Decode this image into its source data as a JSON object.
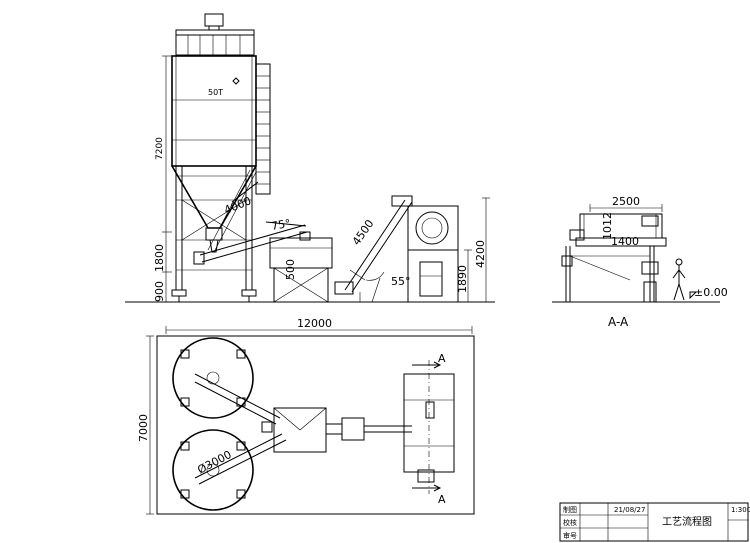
{
  "elevation": {
    "silo_capacity": "50T",
    "dim_silo_height": "7200",
    "dim_leg_1800": "1800",
    "dim_leg_900": "900",
    "dim_screw_4000": "4000",
    "angle_75": "75°",
    "dim_500": "500",
    "dim_conveyor_4500": "4500",
    "angle_55": "55°",
    "dim_1890": "1890",
    "dim_4200": "4200"
  },
  "plan": {
    "dim_length": "12000",
    "dim_width": "7000",
    "dim_diameter": "Ø3000",
    "section_mark_top": "A",
    "section_mark_bottom": "A"
  },
  "section": {
    "dim_2500": "2500",
    "dim_1400": "1400",
    "dim_1012": "1012",
    "level": "±0.00",
    "title": "A-A"
  },
  "title_block": {
    "row1_label": "制图",
    "row2_label": "校核",
    "row3_label": "审号",
    "date": "21/08/27",
    "drawing_title": "工艺流程图",
    "scale": "1:300"
  }
}
